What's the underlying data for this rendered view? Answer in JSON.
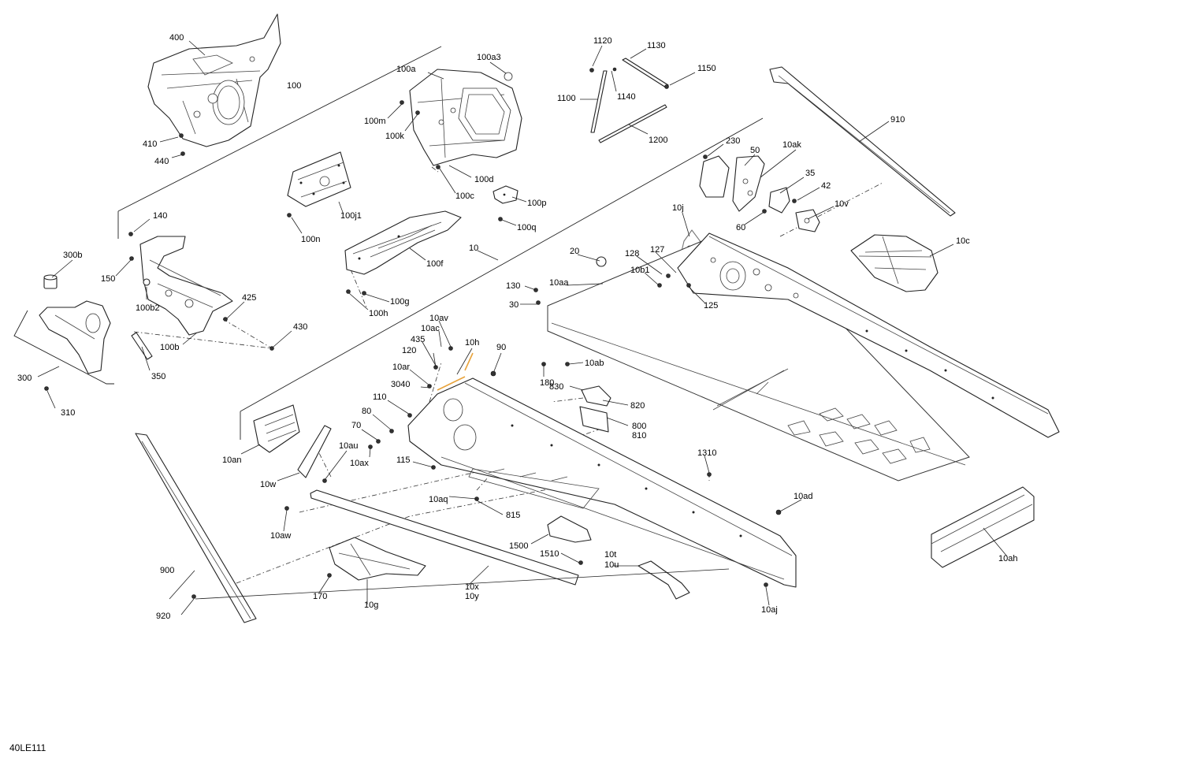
{
  "drawing_code": "40LE111",
  "callouts": {
    "c400": "400",
    "c100": "100",
    "c410": "410",
    "c440": "440",
    "c100a": "100a",
    "c100a3": "100a3",
    "c100m": "100m",
    "c100k": "100k",
    "c100d": "100d",
    "c100c": "100c",
    "c100p": "100p",
    "c100q": "100q",
    "c1120": "1120",
    "c1130": "1130",
    "c1150": "1150",
    "c1100": "1100",
    "c1140": "1140",
    "c1200": "1200",
    "c910": "910",
    "c230": "230",
    "c50": "50",
    "c10ak": "10ak",
    "c35": "35",
    "c42": "42",
    "c10v": "10v",
    "c60": "60",
    "c10j": "10j",
    "c10c": "10c",
    "c100j1": "100j1",
    "c100n": "100n",
    "c100f": "100f",
    "c10": "10",
    "c100g": "100g",
    "c100h": "100h",
    "c140": "140",
    "c300b": "300b",
    "c150": "150",
    "c100b2": "100b2",
    "c425": "425",
    "c430": "430",
    "c100b": "100b",
    "c300": "300",
    "c350": "350",
    "c310": "310",
    "c20": "20",
    "c128": "128",
    "c127": "127",
    "c10b1": "10b1",
    "c125": "125",
    "c130": "130",
    "c10aa": "10aa",
    "c30": "30",
    "c10av": "10av",
    "c10ac": "10ac",
    "c435": "435",
    "c10h": "10h",
    "c120": "120",
    "c90": "90",
    "c10ar": "10ar",
    "c3040": "3040",
    "c110": "110",
    "c80": "80",
    "c70": "70",
    "c10au": "10au",
    "c10ax": "10ax",
    "c10an": "10an",
    "c10w": "10w",
    "c115": "115",
    "c180": "180",
    "c10ab": "10ab",
    "c830": "830",
    "c820": "820",
    "c800": "800",
    "c810": "810",
    "c10aq": "10aq",
    "c815": "815",
    "c1310": "1310",
    "c10ad": "10ad",
    "c10aw": "10aw",
    "c1500": "1500",
    "c1510": "1510",
    "c10t": "10t",
    "c10u": "10u",
    "c900": "900",
    "c170": "170",
    "c10x": "10x",
    "c10y": "10y",
    "c10g": "10g",
    "c920": "920",
    "c10aj": "10aj",
    "c10ah": "10ah"
  }
}
